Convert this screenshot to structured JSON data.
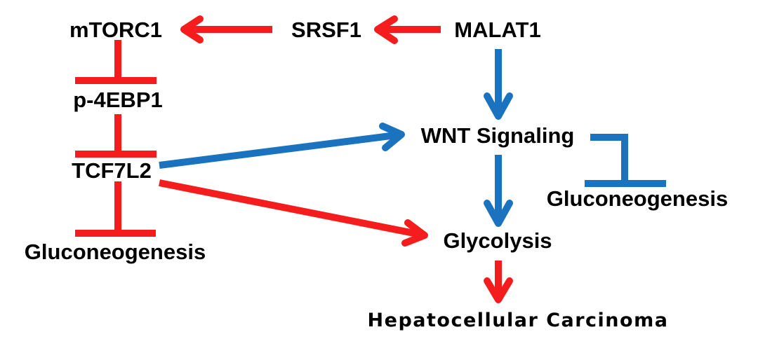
{
  "nodes": {
    "mtorc1": "mTORC1",
    "srsf1": "SRSF1",
    "malat1": "MALAT1",
    "p4ebp1": "p-4EBP1",
    "tcf7l2": "TCF7L2",
    "gluconeogenesis_left": "Gluconeogenesis",
    "wnt": "WNT Signaling",
    "gluconeogenesis_right": "Gluconeogenesis",
    "glycolysis": "Glycolysis",
    "hcc": "Hepatocellular Carcinoma"
  },
  "edges": [
    {
      "from": "SRSF1",
      "to": "mTORC1",
      "type": "activation",
      "color": "#f41c1c"
    },
    {
      "from": "MALAT1",
      "to": "SRSF1",
      "type": "activation",
      "color": "#f41c1c"
    },
    {
      "from": "mTORC1",
      "to": "p-4EBP1",
      "type": "inhibition",
      "color": "#f41c1c"
    },
    {
      "from": "p-4EBP1",
      "to": "TCF7L2",
      "type": "inhibition",
      "color": "#f41c1c"
    },
    {
      "from": "TCF7L2",
      "to": "Gluconeogenesis",
      "type": "inhibition",
      "color": "#f41c1c"
    },
    {
      "from": "TCF7L2",
      "to": "WNT Signaling",
      "type": "activation",
      "color": "#1b72bf"
    },
    {
      "from": "TCF7L2",
      "to": "Glycolysis",
      "type": "activation",
      "color": "#f41c1c"
    },
    {
      "from": "MALAT1",
      "to": "WNT Signaling",
      "type": "activation",
      "color": "#1b72bf"
    },
    {
      "from": "WNT Signaling",
      "to": "Glycolysis",
      "type": "activation",
      "color": "#1b72bf"
    },
    {
      "from": "WNT Signaling",
      "to": "Gluconeogenesis",
      "type": "inhibition",
      "color": "#1b72bf"
    },
    {
      "from": "Glycolysis",
      "to": "Hepatocellular Carcinoma",
      "type": "activation",
      "color": "#f41c1c"
    }
  ]
}
